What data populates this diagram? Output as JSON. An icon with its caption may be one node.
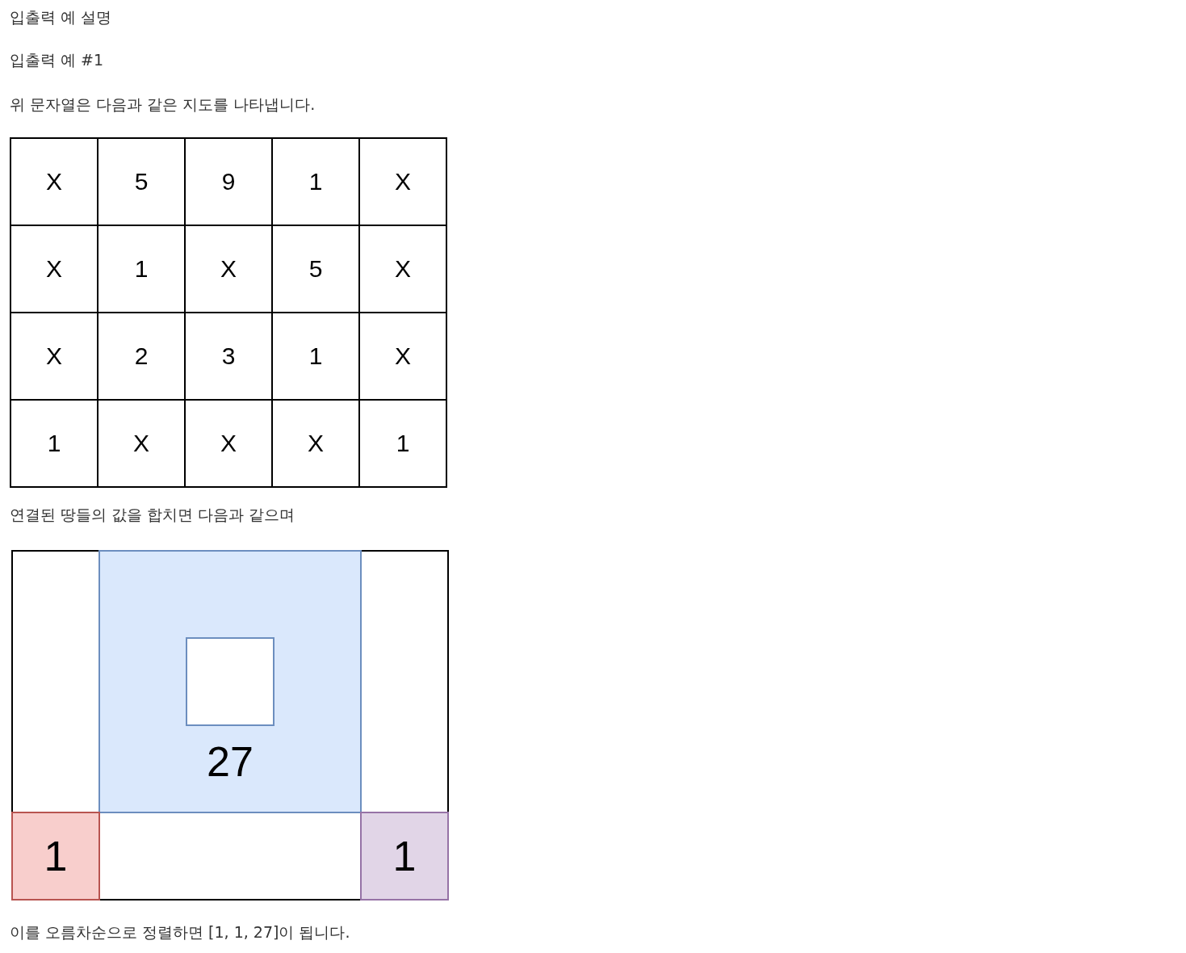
{
  "diagram": {
    "title": "입출력 예 설명",
    "nodes": [
      {
        "text": [],
        "shape": "box"
      },
      {
        "text": [
          "27"
        ],
        "in": 0
      },
      {
        "text": [],
        "shape": "box",
        "in": 1
      },
      {
        "text": [
          "1"
        ],
        "in": 0
      },
      {
        "text": [
          "1"
        ],
        "in": 0
      }
    ],
    "labels": [
      "입출력 예 #1",
      "위 문자열은 다음과 같은 지도를 나타냅니다.",
      "X",
      "5",
      "9",
      "1",
      "X",
      "X",
      "1",
      "X",
      "5",
      "X",
      "X",
      "2",
      "3",
      "1",
      "X",
      "1",
      "X",
      "X",
      "X",
      "1",
      "연결된 땅들의 값을 합치면 다음과 같으며",
      "이를 오름차순으로 정렬하면 [1, 1, 27]이 됩니다."
    ]
  }
}
